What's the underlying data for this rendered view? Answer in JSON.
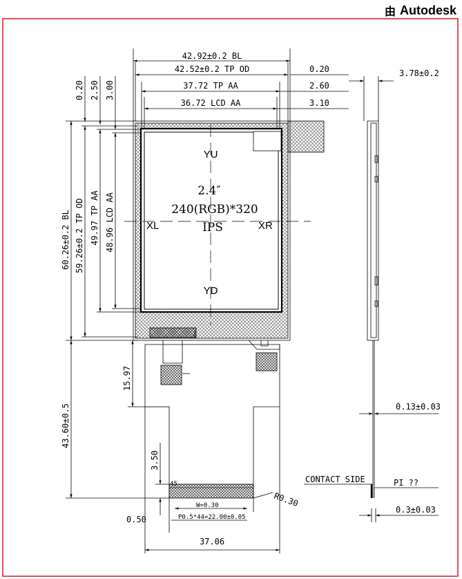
{
  "brand": {
    "name": "Autodesk",
    "icon": "autodesk-icon",
    "glyph": "由"
  },
  "frame_color": "#e8232a",
  "top_dims": [
    "42.92±0.2 BL",
    "42.52±0.2 TP OD",
    "37.72 TP AA",
    "36.72 LCD AA"
  ],
  "right_dims": [
    "0.20",
    "2.60",
    "3.10"
  ],
  "side_thickness": "3.78±0.2",
  "top_left_dims": [
    "0.20",
    "2.50",
    "3.00"
  ],
  "vertical_dims": [
    "60.26±0.2 BL",
    "59.26±0.2 TP OD",
    "49.97 TP AA",
    "48.96 LCD AA"
  ],
  "screen": {
    "size": "2.4″",
    "resolution": "240(RGB)*320",
    "type": "IPS",
    "labels": {
      "top": "YU",
      "bottom": "YD",
      "left": "XL",
      "right": "XR"
    }
  },
  "tail_dims": {
    "tab_height": "15.97",
    "fpc_length": "43.60±0.5",
    "pin_height": "3.50",
    "pin_count": "45",
    "pin_width": "W=0.30",
    "pitch": "P0.5*44=22.00±0.05",
    "edge_offset": "0.50",
    "fpc_width": "37.06",
    "radius": "R0.30"
  },
  "side_dims": {
    "fpc_thickness": "0.13±0.03",
    "contact_side": "CONTACT SIDE",
    "pi": "PI ??",
    "pi_thickness": "0.3±0.03"
  }
}
